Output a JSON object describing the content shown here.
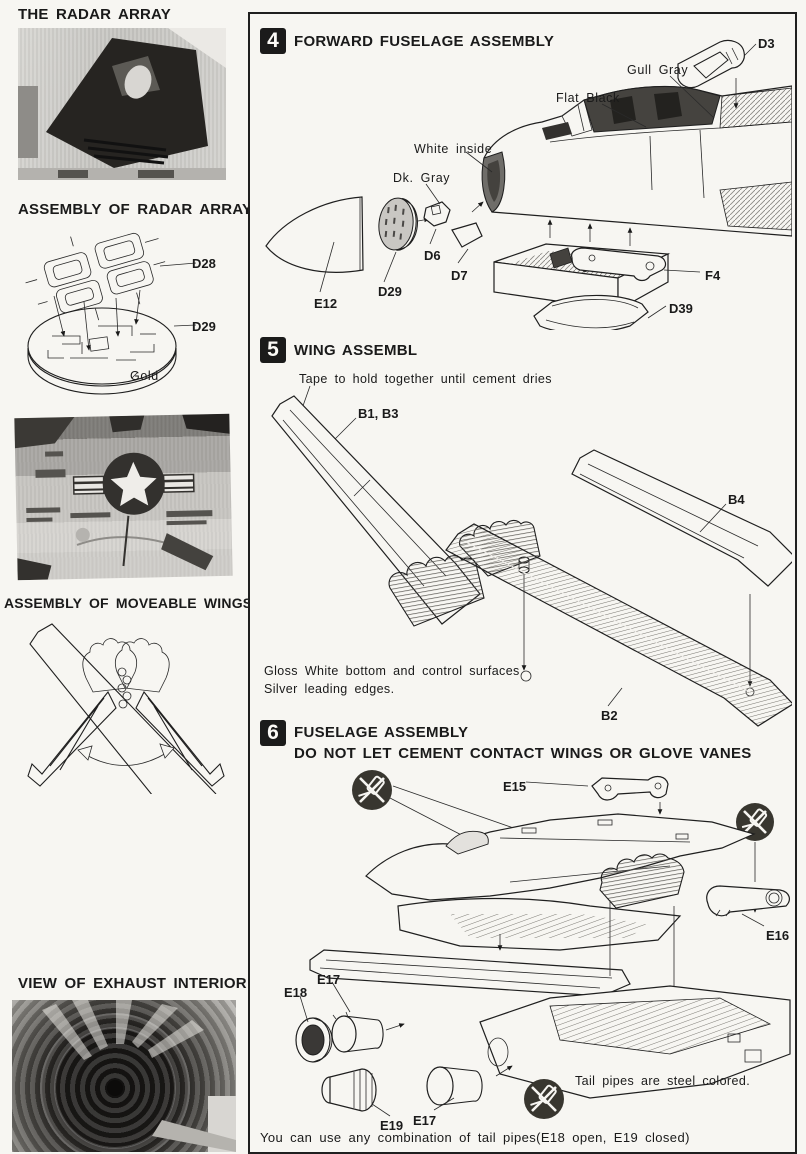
{
  "colors": {
    "ink": "#1a1a1a",
    "paper": "#f7f6f2",
    "step_box_bg": "#1b1b1b",
    "photo_dark": "#2a2825"
  },
  "icons": {
    "no_cement_icon": "crossed-out-cement-tube"
  },
  "left_column": {
    "radar_photo_title": "THE RADAR ARRAY",
    "radar_assembly_title": "ASSEMBLY OF RADAR ARRAY",
    "radar_assembly_labels": {
      "d28": "D28",
      "d29": "D29",
      "gold_note": "Gold"
    },
    "moveable_wings_title": "ASSEMBLY OF MOVEABLE WINGS",
    "exhaust_view_title": "VIEW OF EXHAUST INTERIOR"
  },
  "step4": {
    "number": "4",
    "title": "FORWARD FUSELAGE ASSEMBLY",
    "labels": {
      "d3": "D3",
      "gull_gray": "Gull Gray",
      "flat_black": "Flat Black",
      "white_inside": "White inside",
      "dk_gray": "Dk. Gray",
      "d6": "D6",
      "d7": "D7",
      "f4": "F4",
      "d39": "D39",
      "e12": "E12",
      "d29": "D29"
    }
  },
  "step5": {
    "number": "5",
    "title": "WING ASSEMBL",
    "tape_note": "Tape to hold together until cement dries",
    "labels": {
      "b1_b3": "B1, B3",
      "b4": "B4",
      "b2": "B2"
    },
    "paint_note_line1": "Gloss White bottom and control surfaces",
    "paint_note_line2": "Silver leading edges."
  },
  "step6": {
    "number": "6",
    "title": "FUSELAGE ASSEMBLY",
    "warning": "DO NOT LET CEMENT CONTACT WINGS OR GLOVE VANES",
    "labels": {
      "e15": "E15",
      "e16": "E16",
      "e17_top": "E17",
      "e18": "E18",
      "e19": "E19",
      "e17_bottom": "E17"
    },
    "tailpipe_note": "Tail pipes are steel colored.",
    "footer_note": "You can use any combination of tail pipes(E18 open, E19 closed)"
  }
}
